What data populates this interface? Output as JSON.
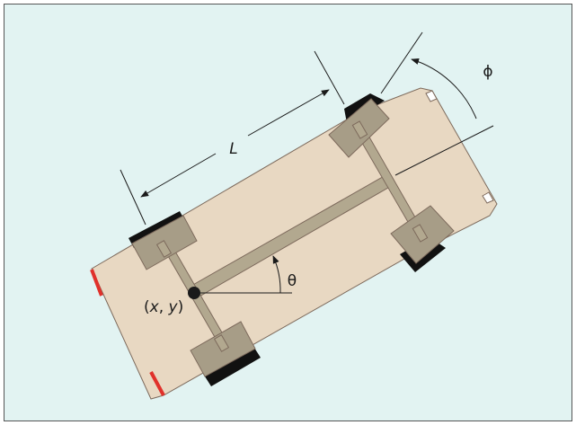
{
  "labels": {
    "wheelbase": "L",
    "steering_angle": "ϕ",
    "heading_angle": "θ",
    "position_open": "(",
    "position_x": "x",
    "position_sep": ", ",
    "position_y": "y",
    "position_close": ")"
  },
  "colors": {
    "background": "#e2f3f2",
    "frame": "#555555",
    "body": "#e8d8c2",
    "body_edge": "#7d6a5c",
    "axle": "#b2a88f",
    "wheel": "#a79d87",
    "tire": "#111111",
    "bumper": "#e0312b",
    "line": "#1a1a1a"
  }
}
